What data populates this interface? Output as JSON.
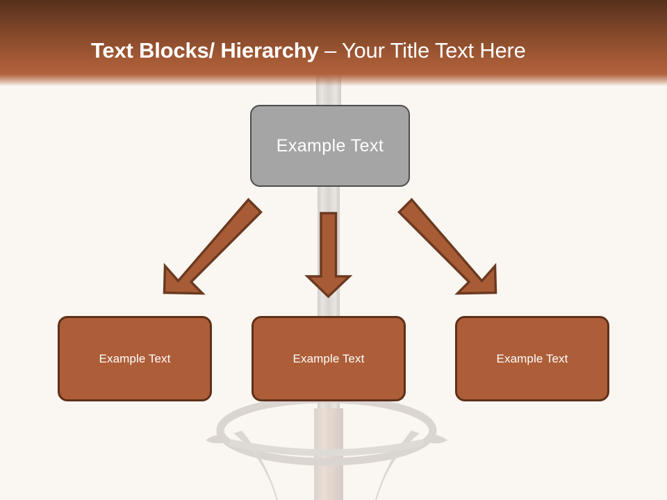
{
  "slide": {
    "background_color": "#faf6f1",
    "watermark_name": "bar-stool-silhouette"
  },
  "title": {
    "strong": "Text Blocks/ Hierarchy ",
    "rest": "– Your Title Text Here",
    "text_color": "#ffffff",
    "band_color_top": "#56301c",
    "band_color_bottom": "#b0613c"
  },
  "diagram": {
    "type": "hierarchy",
    "root": {
      "label": "Example  Text",
      "fill": "#a5a5a5",
      "border": "#4d4d4d",
      "text_color": "#ffffff"
    },
    "children": [
      {
        "label": "Example Text",
        "fill": "#ad5e38",
        "border": "#5e3018",
        "text_color": "#ffffff"
      },
      {
        "label": "Example Text",
        "fill": "#ad5e38",
        "border": "#5e3018",
        "text_color": "#ffffff"
      },
      {
        "label": "Example Text",
        "fill": "#ad5e38",
        "border": "#5e3018",
        "text_color": "#ffffff"
      }
    ],
    "connectors": [
      {
        "name": "arrow-down-left",
        "direction": "down-left",
        "fill": "#a85c36",
        "border": "#6b3a20"
      },
      {
        "name": "arrow-down",
        "direction": "down",
        "fill": "#a85c36",
        "border": "#6b3a20"
      },
      {
        "name": "arrow-down-right",
        "direction": "down-right",
        "fill": "#a85c36",
        "border": "#6b3a20"
      }
    ]
  }
}
